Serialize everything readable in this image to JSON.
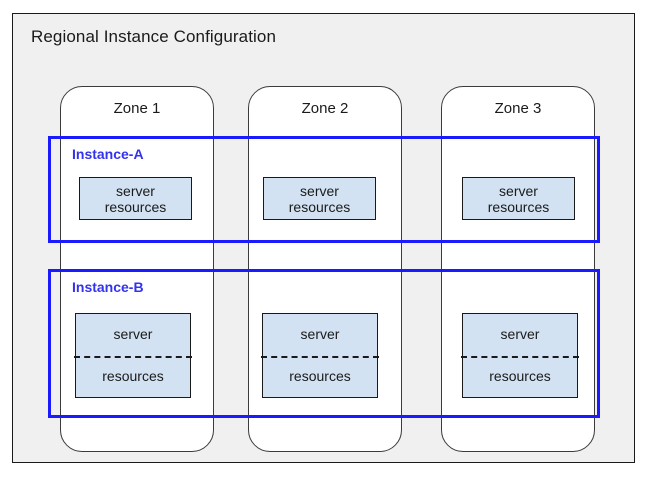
{
  "region": {
    "title": "Regional Instance Configuration",
    "panel_background": "#f0f0f0",
    "border_color": "#1a1a1a"
  },
  "zones": [
    {
      "label": "Zone 1"
    },
    {
      "label": "Zone 2"
    },
    {
      "label": "Zone 3"
    }
  ],
  "instances": [
    {
      "label": "Instance-A",
      "accent_color": "#3333ee",
      "border_color": "#1a1aff",
      "style": "compact",
      "resources": [
        {
          "line1": "server",
          "line2": "resources"
        },
        {
          "line1": "server",
          "line2": "resources"
        },
        {
          "line1": "server",
          "line2": "resources"
        }
      ]
    },
    {
      "label": "Instance-B",
      "accent_color": "#3333ee",
      "border_color": "#1a1aff",
      "style": "split",
      "resources": [
        {
          "line1": "server",
          "line2": "resources"
        },
        {
          "line1": "server",
          "line2": "resources"
        },
        {
          "line1": "server",
          "line2": "resources"
        }
      ]
    }
  ],
  "resource_box": {
    "fill_color": "#d2e2f2",
    "border_color": "#1a1a1a"
  }
}
